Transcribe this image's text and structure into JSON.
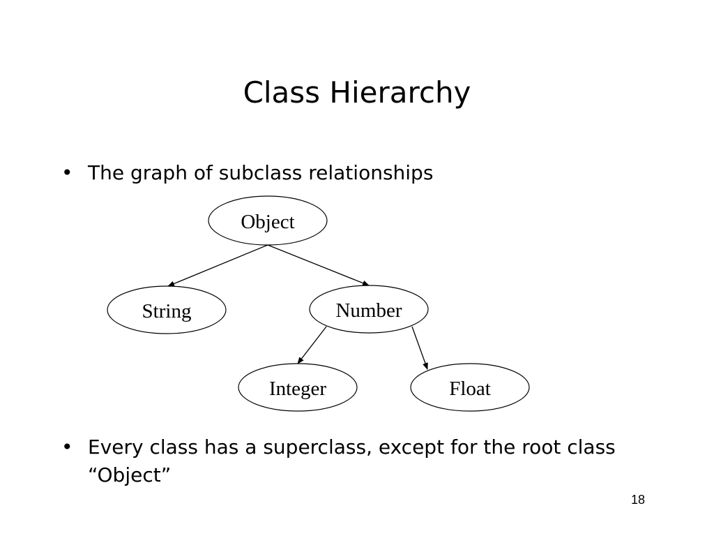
{
  "slide": {
    "title": "Class Hierarchy",
    "bullet_symbol": "•",
    "bullets": [
      "The graph of subclass relationships",
      "Every class has a superclass, except for the root class “Object”"
    ],
    "page_number": "18"
  },
  "diagram": {
    "nodes": [
      {
        "id": "object",
        "label": "Object"
      },
      {
        "id": "string",
        "label": "String"
      },
      {
        "id": "number",
        "label": "Number"
      },
      {
        "id": "integer",
        "label": "Integer"
      },
      {
        "id": "float",
        "label": "Float"
      }
    ],
    "edges": [
      {
        "from": "object",
        "to": "string"
      },
      {
        "from": "object",
        "to": "number"
      },
      {
        "from": "number",
        "to": "integer"
      },
      {
        "from": "number",
        "to": "float"
      }
    ]
  }
}
